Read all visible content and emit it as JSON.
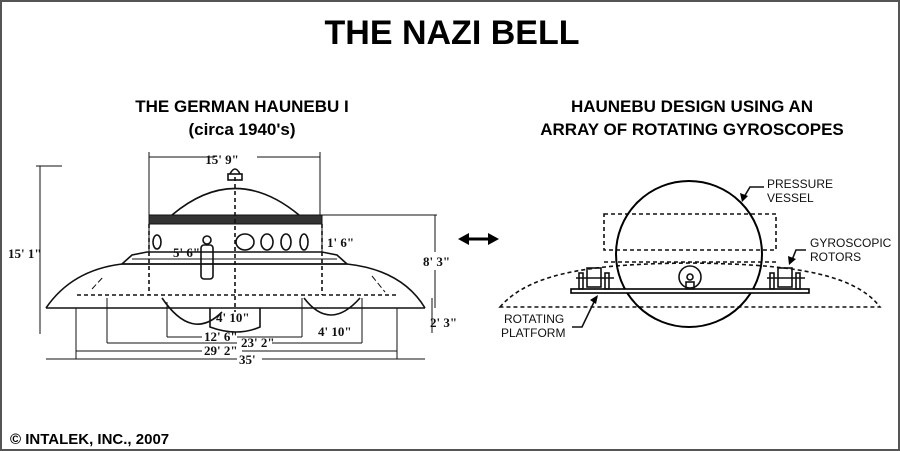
{
  "title": "THE NAZI BELL",
  "left_panel": {
    "heading_line1": "THE GERMAN HAUNEBU I",
    "heading_line2": "(circa 1940's)",
    "dimensions": {
      "top_width": "15' 9\"",
      "total_height": "15' 1\"",
      "window_height": "1' 6\"",
      "person_height": "5' 6\"",
      "cabin_height": "8' 3\"",
      "base_height": "2' 3\"",
      "pod_width_center": "4' 10\"",
      "pod_width_right": "4' 10\"",
      "inner_span": "12' 6\"",
      "mid_span": "23' 2\"",
      "outer_span": "29' 2\"",
      "total_width": "35'"
    }
  },
  "arrow_icon": "double-arrow",
  "right_panel": {
    "heading_line1": "HAUNEBU DESIGN USING AN",
    "heading_line2": "ARRAY OF ROTATING GYROSCOPES",
    "labels": {
      "pressure_vessel_1": "PRESSURE",
      "pressure_vessel_2": "VESSEL",
      "gyroscopic_rotors_1": "GYROSCOPIC",
      "gyroscopic_rotors_2": "ROTORS",
      "rotating_platform_1": "ROTATING",
      "rotating_platform_2": "PLATFORM"
    }
  },
  "copyright": "© INTALEK, INC., 2007"
}
